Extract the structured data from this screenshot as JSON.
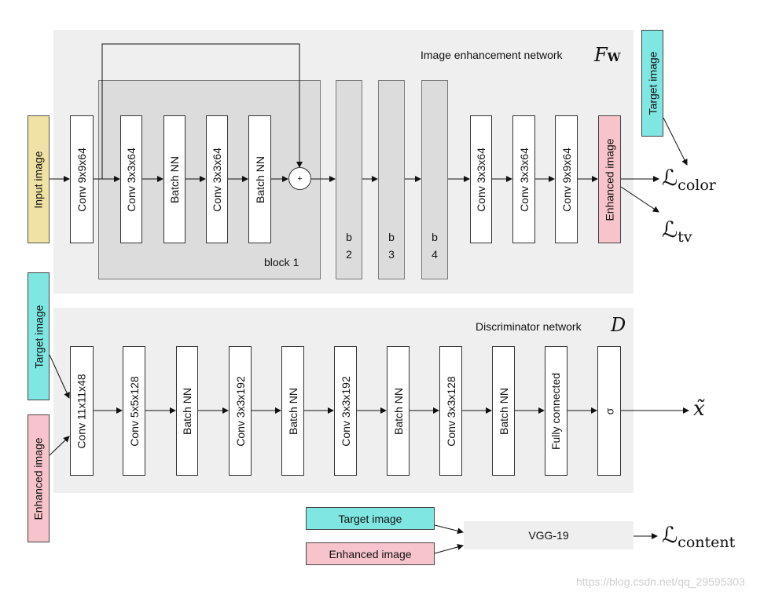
{
  "enhancement": {
    "title": "Image enhancement network",
    "symbol": "F",
    "symbol_sub": "W",
    "input_label": "Input image",
    "conv_first": "Conv 9x9x64",
    "block1": {
      "layers": [
        "Conv 3x3x64",
        "Batch NN",
        "Conv 3x3x64",
        "Batch NN"
      ],
      "plus": "+",
      "label": "block 1"
    },
    "blocks": [
      {
        "b": "b",
        "n": "2"
      },
      {
        "b": "b",
        "n": "3"
      },
      {
        "b": "b",
        "n": "4"
      }
    ],
    "tail": [
      "Conv 3x3x64",
      "Conv 3x3x64",
      "Conv 9x9x64"
    ],
    "output_label": "Enhanced image",
    "target_label": "Target image",
    "loss_color": {
      "base": "ℒ",
      "sub": "color"
    },
    "loss_tv": {
      "base": "ℒ",
      "sub": "tv"
    }
  },
  "discriminator": {
    "title": "Discriminator network",
    "symbol": "D",
    "target_label": "Target image",
    "enhanced_label": "Enhanced image",
    "layers": [
      "Conv 11x11x48",
      "Conv 5x5x128",
      "Batch NN",
      "Conv 3x3x192",
      "Batch NN",
      "Conv 3x3x192",
      "Batch NN",
      "Conv 3x3x128",
      "Batch NN",
      "Fully connected",
      "σ"
    ],
    "output": "x̃"
  },
  "content": {
    "target_label": "Target image",
    "enhanced_label": "Enhanced image",
    "vgg_label": "VGG-19",
    "loss": {
      "base": "ℒ",
      "sub": "content"
    }
  },
  "watermark": "https://blog.csdn.net/qq_29595303",
  "colors": {
    "input": "#f0e2a4",
    "target": "#7fe6e2",
    "enhanced": "#f6c4ca",
    "panel": "#efefef",
    "block": "#dcdcdc"
  }
}
